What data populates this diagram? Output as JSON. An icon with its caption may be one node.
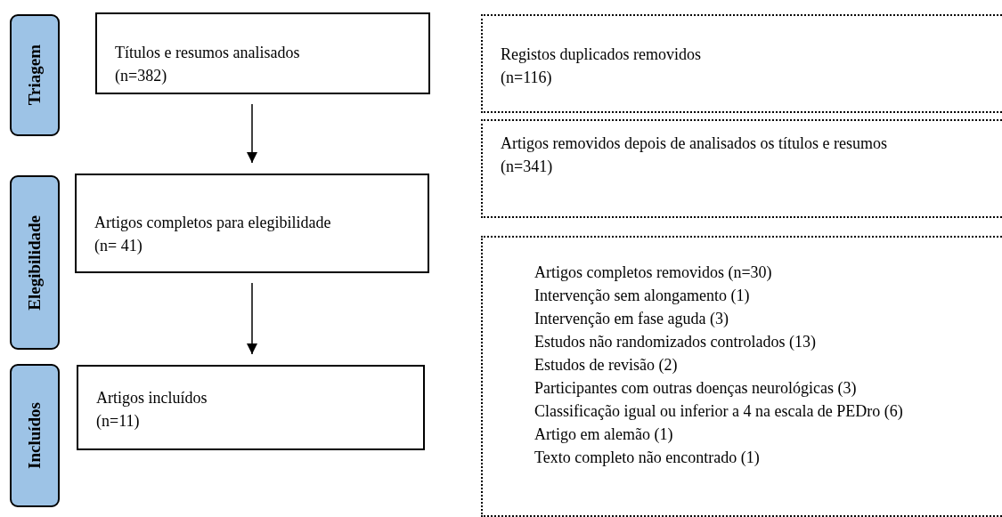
{
  "diagram": {
    "nodes": [
      {
        "text": [
          "Triagem"
        ]
      },
      {
        "text": [
          "Títulos e resumos analisados",
          "(n=382)"
        ]
      },
      {
        "text": [
          "Elegibilidade"
        ]
      },
      {
        "text": [
          "Artigos completos para elegibilidade",
          "(n= 41)"
        ]
      },
      {
        "text": [
          "Incluídos"
        ]
      },
      {
        "text": [
          "Artigos incluídos",
          "(n=11)"
        ]
      },
      {
        "text": [
          "Registos duplicados removidos",
          "(n=116)"
        ]
      },
      {
        "text": [
          "Artigos removidos depois de analisados os títulos e resumos",
          "(n=341)"
        ]
      },
      {
        "text": [
          "Artigos completos removidos (n=30)",
          "Intervenção sem alongamento (1)",
          "Intervenção em fase aguda (3)",
          "Estudos não randomizados controlados (13)",
          "Estudos de revisão (2)",
          "Participantes com outras doenças neurológicas (3)",
          "Classificação igual ou inferior a 4 na escala de PEDro (6)",
          "Artigo em alemão (1)",
          "Texto completo não encontrado (1)"
        ]
      }
    ],
    "edges": [
      {
        "from": 1,
        "to": 3,
        "arrow": "to"
      },
      {
        "from": 3,
        "to": 5,
        "arrow": "to"
      }
    ]
  }
}
